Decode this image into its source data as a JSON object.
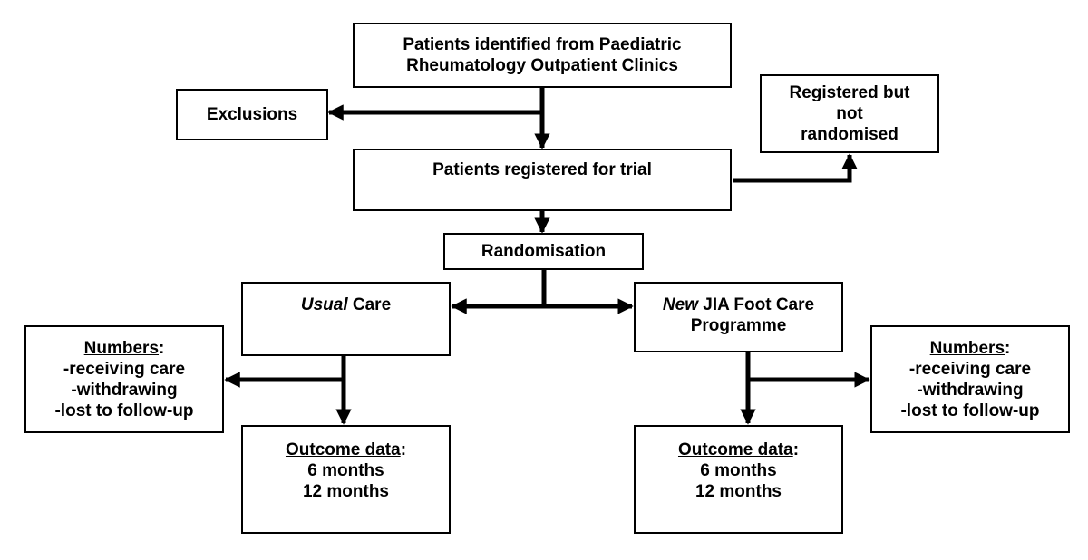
{
  "identified": {
    "line1": "Patients identified from Paediatric",
    "line2": "Rheumatology Outpatient Clinics"
  },
  "exclusions": "Exclusions",
  "not_randomised": {
    "line1": "Registered but",
    "line2": "not",
    "line3": "randomised"
  },
  "registered": "Patients registered for trial",
  "randomisation": "Randomisation",
  "usual_care": {
    "emph": "Usual",
    "rest": " Care"
  },
  "new_care": {
    "emph": "New",
    "rest": " JIA Foot Care",
    "line2": "Programme"
  },
  "numbers_left": {
    "title": "Numbers",
    "colon": ":",
    "items": [
      "-receiving care",
      "-withdrawing",
      "-lost to follow-up"
    ]
  },
  "numbers_right": {
    "title": "Numbers",
    "colon": ":",
    "items": [
      "-receiving care",
      "-withdrawing",
      "-lost to follow-up"
    ]
  },
  "outcome_left": {
    "title": "Outcome data",
    "colon": ":",
    "items": [
      "6 months",
      "12 months"
    ]
  },
  "outcome_right": {
    "title": "Outcome data",
    "colon": ":",
    "items": [
      "6 months",
      "12 months"
    ]
  }
}
